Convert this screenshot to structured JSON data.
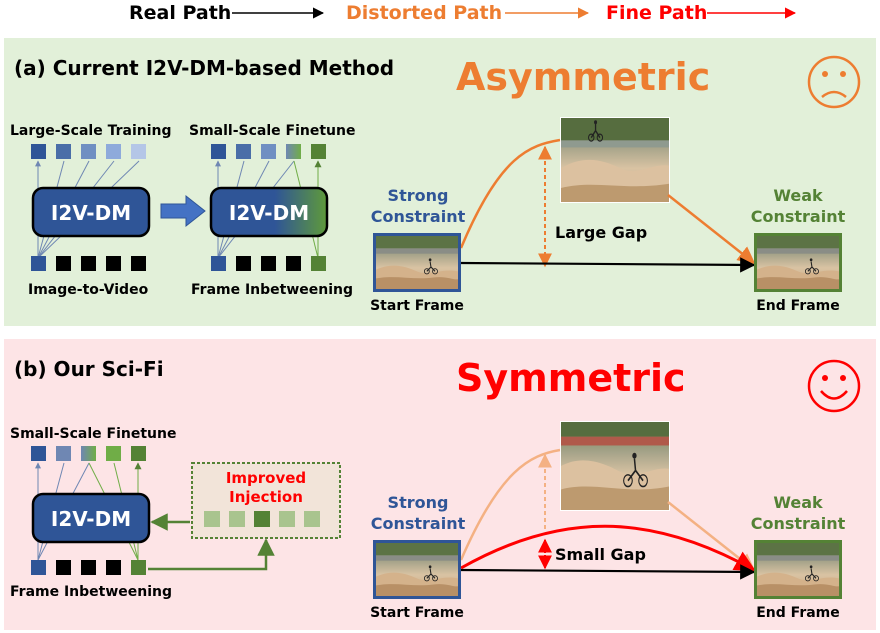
{
  "legend": {
    "real": "Real Path",
    "distorted": "Distorted Path",
    "fine": "Fine Path"
  },
  "panel_a": {
    "title": "(a) Current I2V-DM-based Method",
    "headline": "Asymmetric",
    "left_top_label": "Large-Scale Training",
    "left_model": "I2V-DM",
    "left_bottom_label": "Image-to-Video",
    "right_top_label": "Small-Scale Finetune",
    "right_model": "I2V-DM",
    "right_bottom_label": "Frame Inbetweening",
    "start_constraint": [
      "Strong",
      "Constraint"
    ],
    "end_constraint": [
      "Weak",
      "Constraint"
    ],
    "gap_label": "Large Gap",
    "start_frame": "Start Frame",
    "end_frame": "End Frame",
    "emoji": "sad-face"
  },
  "panel_b": {
    "title": "(b) Our Sci-Fi",
    "headline": "Symmetric",
    "top_label": "Small-Scale Finetune",
    "model": "I2V-DM",
    "bottom_label": "Frame Inbetweening",
    "injection_label": [
      "Improved",
      "Injection"
    ],
    "start_constraint": [
      "Strong",
      "Constraint"
    ],
    "end_constraint": [
      "Weak",
      "Constraint"
    ],
    "gap_label": "Small Gap",
    "start_frame": "Start Frame",
    "end_frame": "End Frame",
    "emoji": "happy-face"
  },
  "colors": {
    "real": "#000000",
    "distorted": "#ed7d31",
    "fine": "#ff0000",
    "constraint_strong": "#2f5597",
    "constraint_weak": "#548235",
    "panel_a_bg": "#e2f0d9",
    "panel_b_bg": "#fde4e6"
  }
}
